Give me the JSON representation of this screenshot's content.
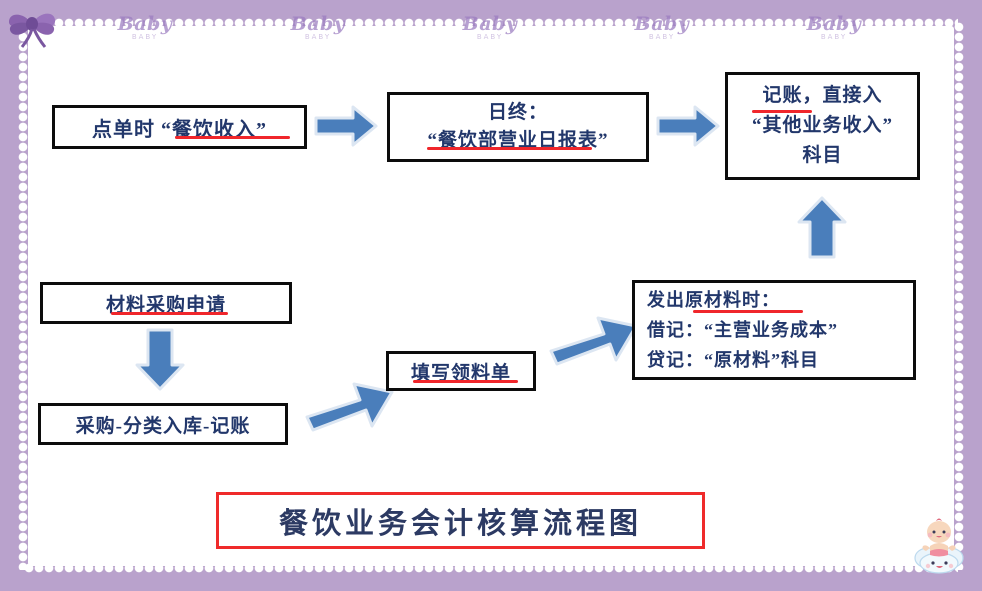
{
  "decor": {
    "bow_icon": "ribbon-bow-icon",
    "baby_icon": "baby-on-cloud-icon",
    "border_color": "#b9a2cc",
    "watermark_main": "Baby",
    "watermark_sub": "BABY",
    "watermark_color": "#9b7cc0",
    "watermark_count": 5
  },
  "colors": {
    "box_border": "#0c0c0c",
    "text": "#22376b",
    "underline_red": "#f0262b",
    "title_border": "#ef2a2a",
    "arrow_fill": "#4a7ebb",
    "arrow_edge": "#dce6f2"
  },
  "flow": {
    "box_order": {
      "lines": [
        "点单时 “餐饮收入”"
      ]
    },
    "box_daily": {
      "lines": [
        "日终：",
        "“餐饮部营业日报表”"
      ]
    },
    "box_record": {
      "lines": [
        "记账，直接入",
        "“其他业务收入”",
        "科目"
      ]
    },
    "box_purchase": {
      "lines": [
        "材料采购申请"
      ]
    },
    "box_classify": {
      "lines": [
        "采购-分类入库-记账"
      ]
    },
    "box_requisition": {
      "lines": [
        "填写领料单"
      ]
    },
    "box_issue": {
      "lines": [
        "发出原材料时：",
        "借记：“主营业务成本”",
        "贷记：“原材料”科目"
      ]
    }
  },
  "arrows": {
    "order_to_daily": "arrow-right-icon",
    "daily_to_record": "arrow-right-icon",
    "issue_to_record": "arrow-up-icon",
    "purchase_to_classify": "arrow-down-icon",
    "classify_to_requisition": "arrow-diagonal-up-right-icon",
    "requisition_to_issue": "arrow-diagonal-up-right-icon"
  },
  "title": {
    "text": "餐饮业务会计核算流程图"
  }
}
